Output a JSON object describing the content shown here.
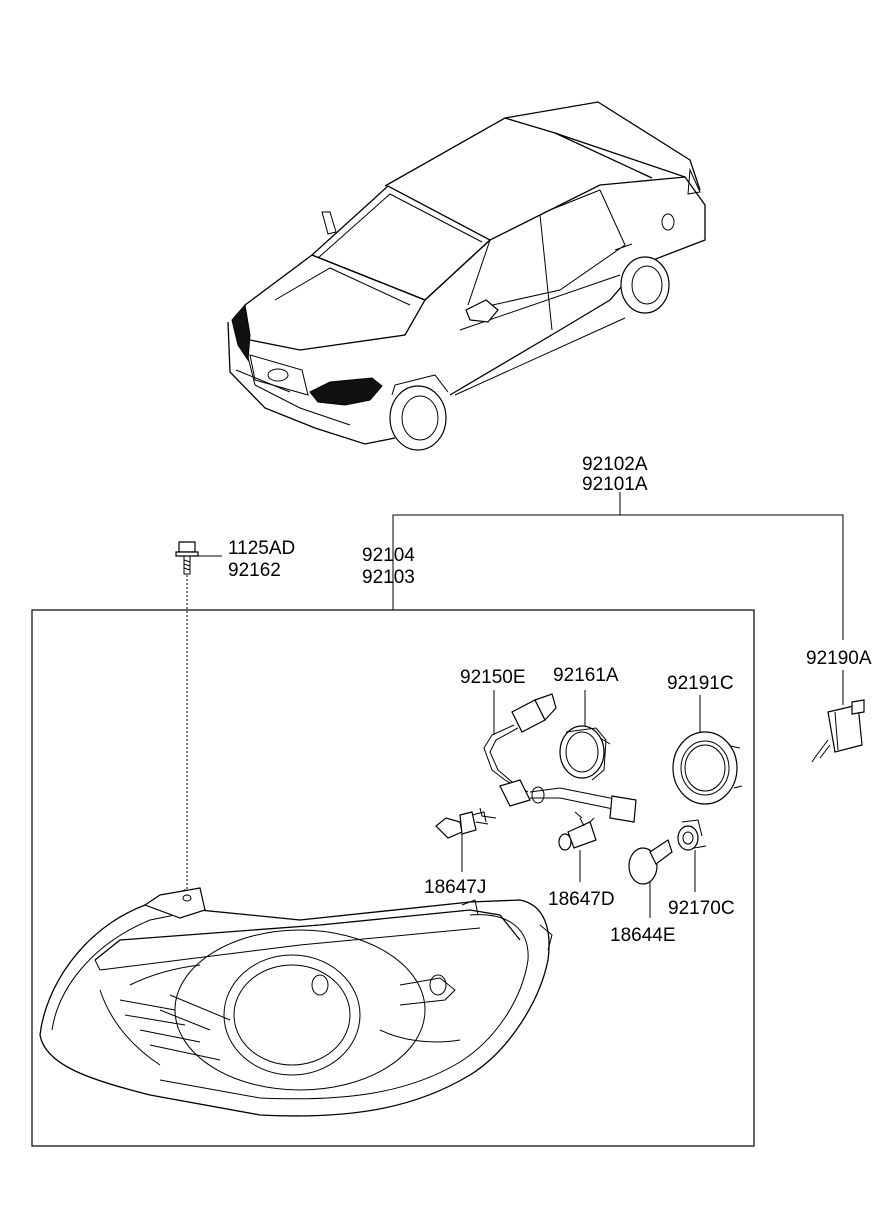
{
  "labels": {
    "p92102A": "92102A",
    "p92101A": "92101A",
    "p1125AD": "1125AD",
    "p92162": "92162",
    "p92104": "92104",
    "p92103": "92103",
    "p92190A": "92190A",
    "p92150E": "92150E",
    "p92161A": "92161A",
    "p92191C": "92191C",
    "p18647J": "18647J",
    "p18647D": "18647D",
    "p92170C": "92170C",
    "p18644E": "18644E"
  },
  "colors": {
    "line": "#000000",
    "background": "#ffffff",
    "headlamp_highlight": "#111111"
  }
}
